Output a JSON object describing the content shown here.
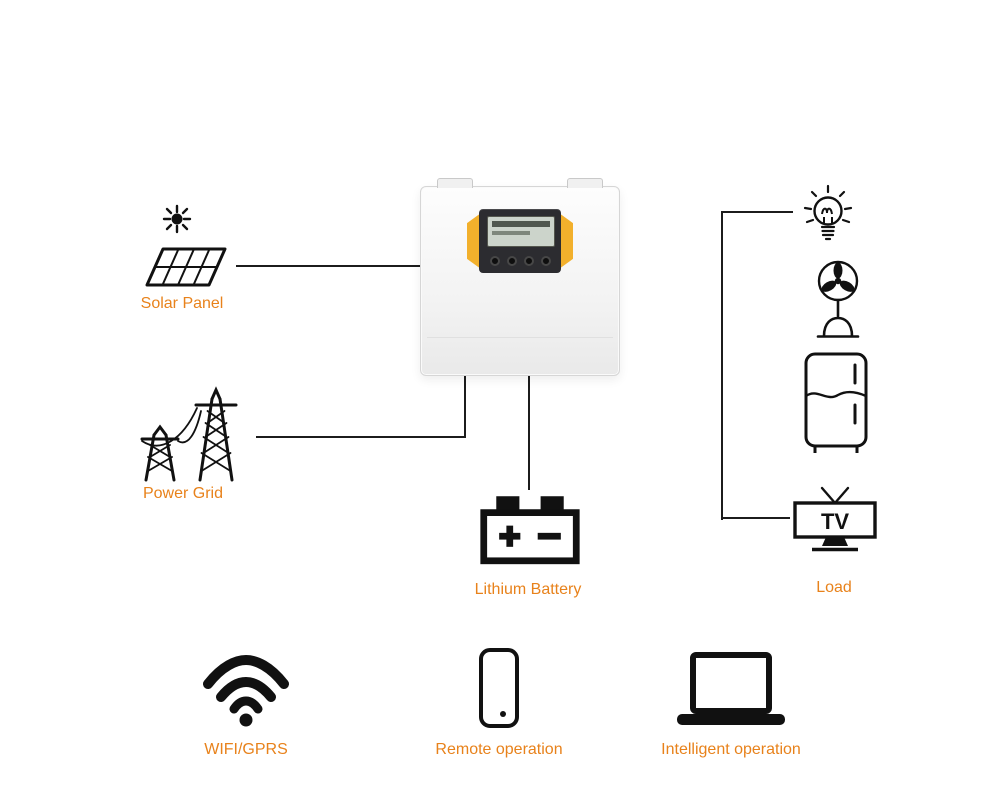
{
  "diagram": {
    "nodes": {
      "solar_panel": {
        "label": "Solar Panel",
        "icon": "solar-panel-icon"
      },
      "power_grid": {
        "label": "Power Grid",
        "icon": "power-grid-icon"
      },
      "inverter": {
        "icon": "solar-inverter-unit"
      },
      "lithium_battery": {
        "label": "Lithium Battery",
        "icon": "battery-icon"
      },
      "load": {
        "label": "Load",
        "icons": [
          "light-bulb-icon",
          "fan-icon",
          "refrigerator-icon",
          "tv-icon"
        ],
        "tv_text": "TV"
      },
      "wifi": {
        "label": "WIFI/GPRS",
        "icon": "wifi-icon"
      },
      "remote_operation": {
        "label": "Remote operation",
        "icon": "smartphone-icon"
      },
      "intelligent_operation": {
        "label": "Intelligent operation",
        "icon": "laptop-icon"
      }
    },
    "colors": {
      "label_orange": "#E8821B",
      "connector_black": "#1C1C1C",
      "inverter_accent_yellow": "#F2B02C",
      "lcd_green_gray": "#CCD4CB"
    }
  }
}
